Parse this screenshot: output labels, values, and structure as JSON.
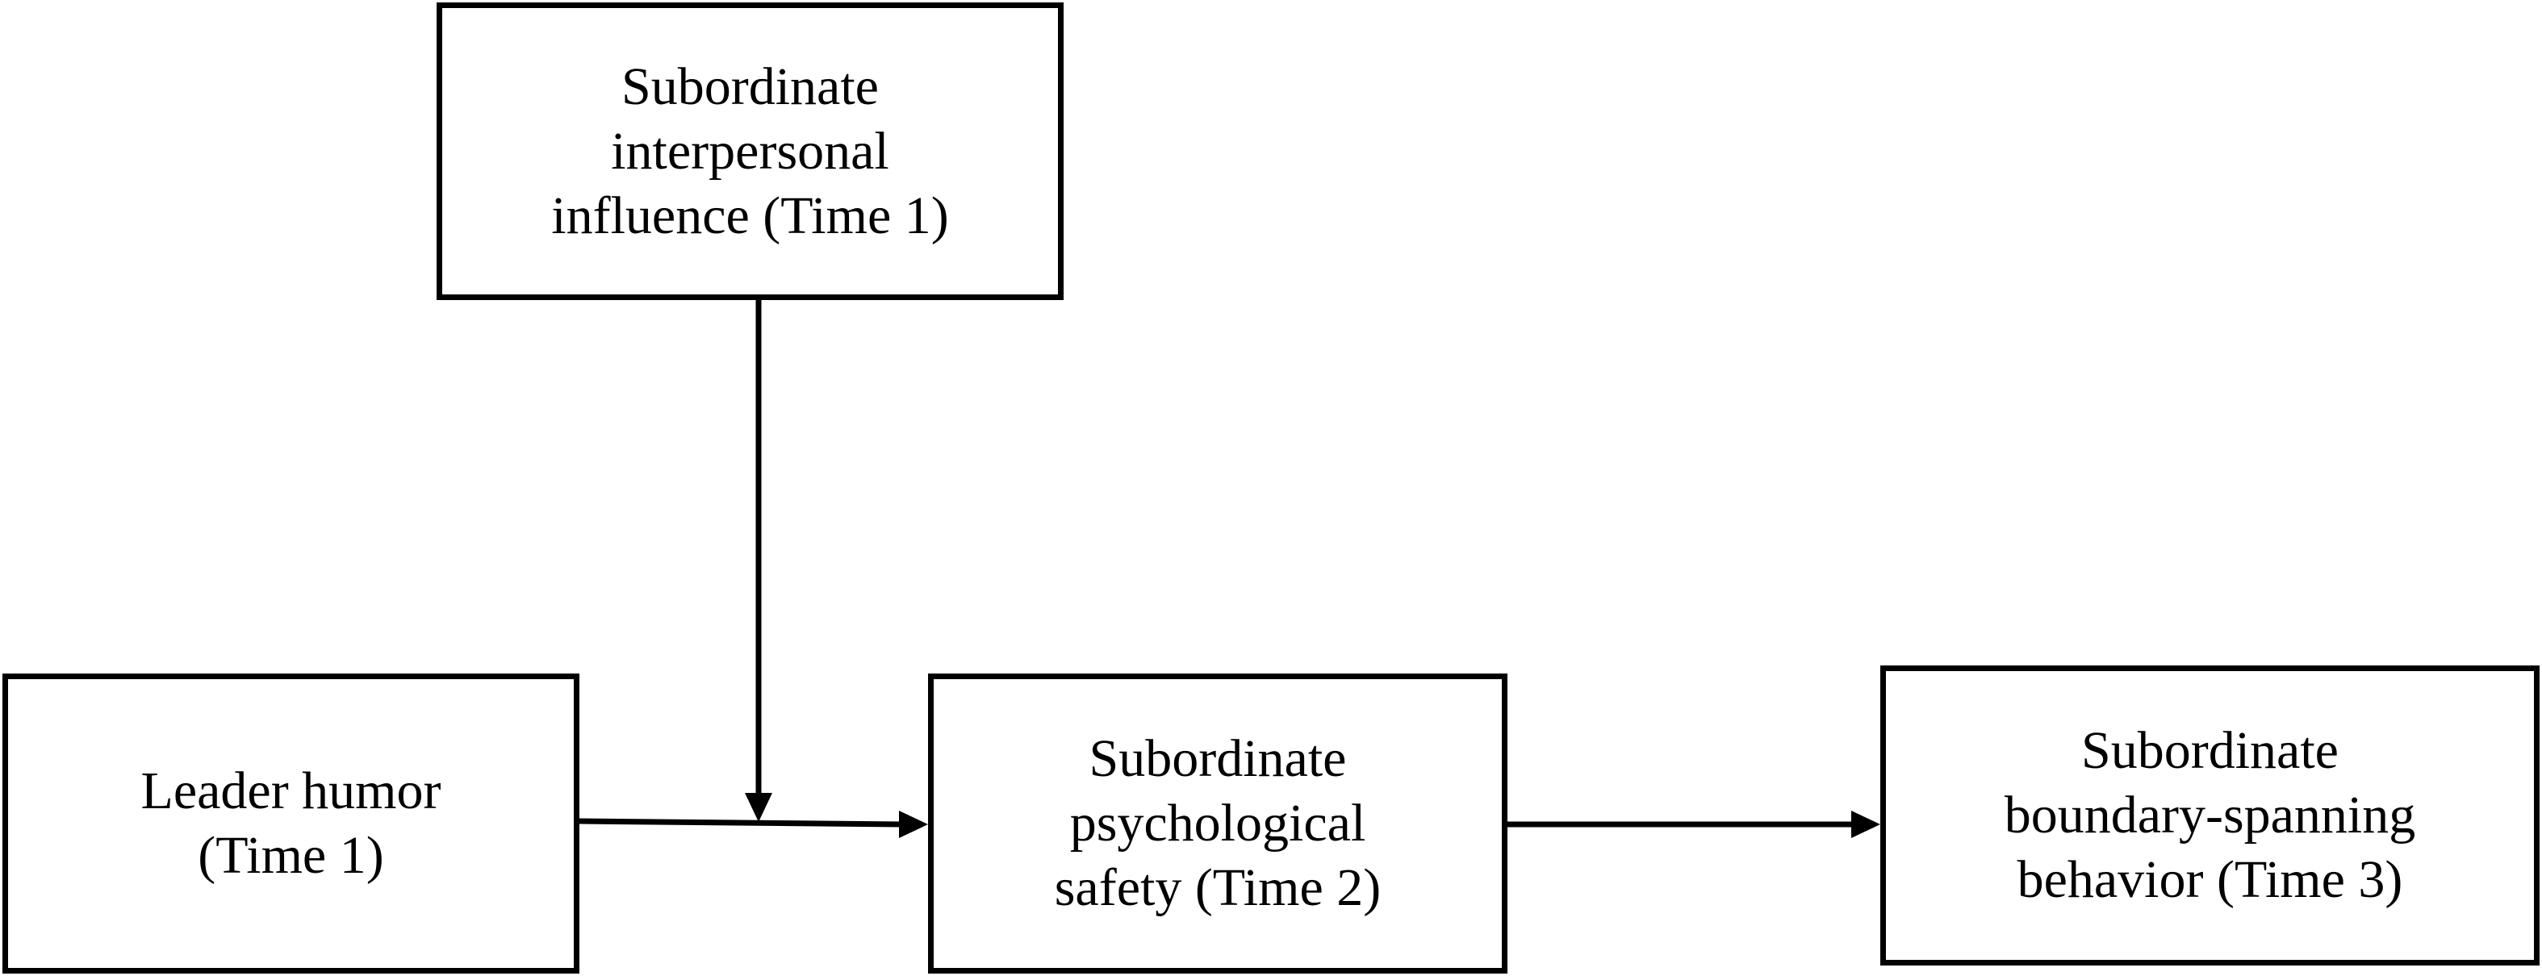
{
  "diagram": {
    "type": "moderated mediation model",
    "nodes": {
      "moderator": {
        "lines": [
          "Subordinate",
          "interpersonal",
          "influence (Time 1)"
        ]
      },
      "predictor": {
        "lines": [
          "Leader humor",
          "(Time 1)"
        ]
      },
      "mediator": {
        "lines": [
          "Subordinate",
          "psychological",
          "safety (Time 2)"
        ]
      },
      "outcome": {
        "lines": [
          "Subordinate",
          "boundary-spanning",
          "behavior (Time 3)"
        ]
      }
    },
    "edges": [
      {
        "from": "predictor",
        "to": "mediator"
      },
      {
        "from": "mediator",
        "to": "outcome"
      },
      {
        "from": "moderator",
        "to": "predictor-mediator-path"
      }
    ],
    "colors": {
      "stroke": "#000000",
      "background": "#ffffff"
    }
  }
}
